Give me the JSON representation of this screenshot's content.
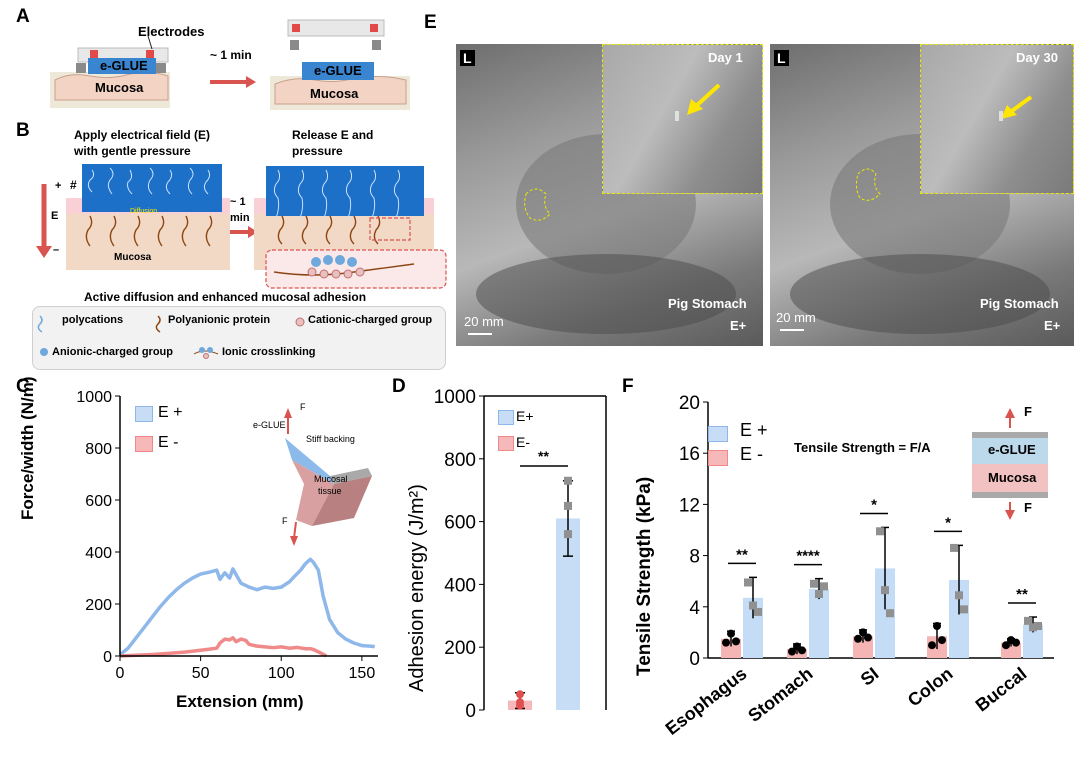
{
  "panels": {
    "a": "A",
    "b": "B",
    "c": "C",
    "d": "D",
    "e": "E",
    "f": "F"
  },
  "panel_a": {
    "electrodes_label": "Electrodes",
    "glue_label": "e-GLUE",
    "mucosa_label": "Mucosa",
    "time_label": "~ 1 min",
    "plus": "+",
    "minus": "-"
  },
  "panel_b": {
    "left_title_1": "Apply electrical field (E)",
    "left_title_2": "with gentle pressure",
    "right_title_1": "Release E and",
    "right_title_2": "pressure",
    "e_label": "E",
    "hash": "#",
    "diffusion": "Diffusion",
    "time_1": "~ 1",
    "time_2": "min",
    "mucosa": "Mucosa",
    "plus": "+",
    "minus": "–",
    "caption": "Active diffusion and enhanced mucosal adhesion",
    "legend": {
      "polycations": "polycations",
      "polyanionic": "Polyanionic protein",
      "cationic": "Cationic-charged group",
      "anionic": "Anionic-charged group",
      "crosslinking": "Ionic crosslinking"
    }
  },
  "panel_e": {
    "left": {
      "corner": "L",
      "day": "Day 1",
      "organ": "Pig Stomach",
      "cond": "E+",
      "scale": "20 mm"
    },
    "right": {
      "corner": "L",
      "day": "Day 30",
      "organ": "Pig Stomach",
      "cond": "E+",
      "scale": "20 mm"
    }
  },
  "chart_data": [
    {
      "type": "line",
      "panel": "C",
      "xlabel": "Extension (mm)",
      "ylabel": "Force/width (N/m)",
      "xlim": [
        0,
        160
      ],
      "ylim": [
        0,
        1000
      ],
      "xticks": [
        0,
        50,
        100,
        150
      ],
      "yticks": [
        0,
        200,
        400,
        600,
        800,
        1000
      ],
      "series": [
        {
          "name": "E +",
          "color": "#8fb8ea",
          "x": [
            0,
            5,
            10,
            15,
            20,
            25,
            30,
            35,
            40,
            45,
            50,
            55,
            60,
            62,
            65,
            68,
            70,
            75,
            80,
            85,
            90,
            95,
            100,
            105,
            108,
            112,
            115,
            118,
            120,
            123,
            126,
            130,
            135,
            140,
            145,
            150,
            155,
            158
          ],
          "y": [
            5,
            30,
            70,
            110,
            150,
            190,
            225,
            255,
            280,
            300,
            315,
            322,
            330,
            295,
            320,
            300,
            335,
            280,
            265,
            255,
            265,
            260,
            265,
            285,
            305,
            330,
            355,
            372,
            360,
            330,
            230,
            140,
            90,
            65,
            50,
            40,
            38,
            36
          ]
        },
        {
          "name": "E -",
          "color": "#f08a8a",
          "x": [
            0,
            10,
            20,
            30,
            40,
            50,
            55,
            60,
            62,
            65,
            68,
            70,
            72,
            75,
            78,
            80,
            85,
            90,
            95,
            100,
            105,
            110,
            115,
            118,
            120,
            125,
            128
          ],
          "y": [
            0,
            3,
            6,
            10,
            15,
            22,
            26,
            30,
            50,
            65,
            62,
            70,
            55,
            65,
            60,
            45,
            38,
            35,
            32,
            35,
            30,
            33,
            28,
            28,
            25,
            10,
            0
          ]
        }
      ],
      "inset_labels": {
        "glue": "e-GLUE",
        "backing": "Stiff backing",
        "tissue_1": "Mucosal",
        "tissue_2": "tissue",
        "f": "F"
      }
    },
    {
      "type": "bar",
      "panel": "D",
      "ylabel": "Adhesion energy (J/m²)",
      "ylim": [
        0,
        1000
      ],
      "yticks": [
        0,
        200,
        400,
        600,
        800,
        1000
      ],
      "categories": [
        "E-",
        "E+"
      ],
      "values": [
        30,
        610
      ],
      "errors": [
        25,
        120
      ],
      "points": [
        [
          15,
          25,
          50
        ],
        [
          650,
          730,
          560
        ]
      ],
      "series_names": [
        "E+",
        "E-"
      ],
      "significance": "**"
    },
    {
      "type": "bar",
      "panel": "F",
      "ylabel": "Tensile Strength (kPa)",
      "ylim": [
        0,
        20
      ],
      "yticks": [
        0,
        4,
        8,
        12,
        16,
        20
      ],
      "categories": [
        "Esophagus",
        "Stomach",
        "SI",
        "Colon",
        "Buccal"
      ],
      "series": [
        {
          "name": "E -",
          "color": "#f5b5b5",
          "values": [
            1.5,
            0.7,
            1.7,
            1.7,
            1.2
          ],
          "errors": [
            0.6,
            0.4,
            0.5,
            1.0,
            0.3
          ],
          "points": [
            [
              1.2,
              1.9,
              1.3
            ],
            [
              0.5,
              0.9,
              0.6
            ],
            [
              1.5,
              2.0,
              1.6
            ],
            [
              1.0,
              2.5,
              1.4
            ],
            [
              1.0,
              1.4,
              1.2
            ]
          ]
        },
        {
          "name": "E +",
          "color": "#c4dcf5",
          "values": [
            4.7,
            5.4,
            7.0,
            6.1,
            2.6
          ],
          "errors": [
            1.6,
            0.8,
            3.2,
            2.7,
            0.6
          ],
          "points": [
            [
              5.9,
              4.1,
              3.6
            ],
            [
              5.8,
              5.0,
              5.6
            ],
            [
              9.9,
              5.3,
              3.5
            ],
            [
              8.6,
              4.9,
              3.8
            ],
            [
              2.9,
              2.4,
              2.5
            ]
          ]
        }
      ],
      "significance": [
        "**",
        "****",
        "*",
        "*",
        "**"
      ],
      "formula": "Tensile Strength = F/A",
      "inset_labels": {
        "glue": "e-GLUE",
        "mucosa": "Mucosa",
        "f": "F"
      }
    }
  ]
}
